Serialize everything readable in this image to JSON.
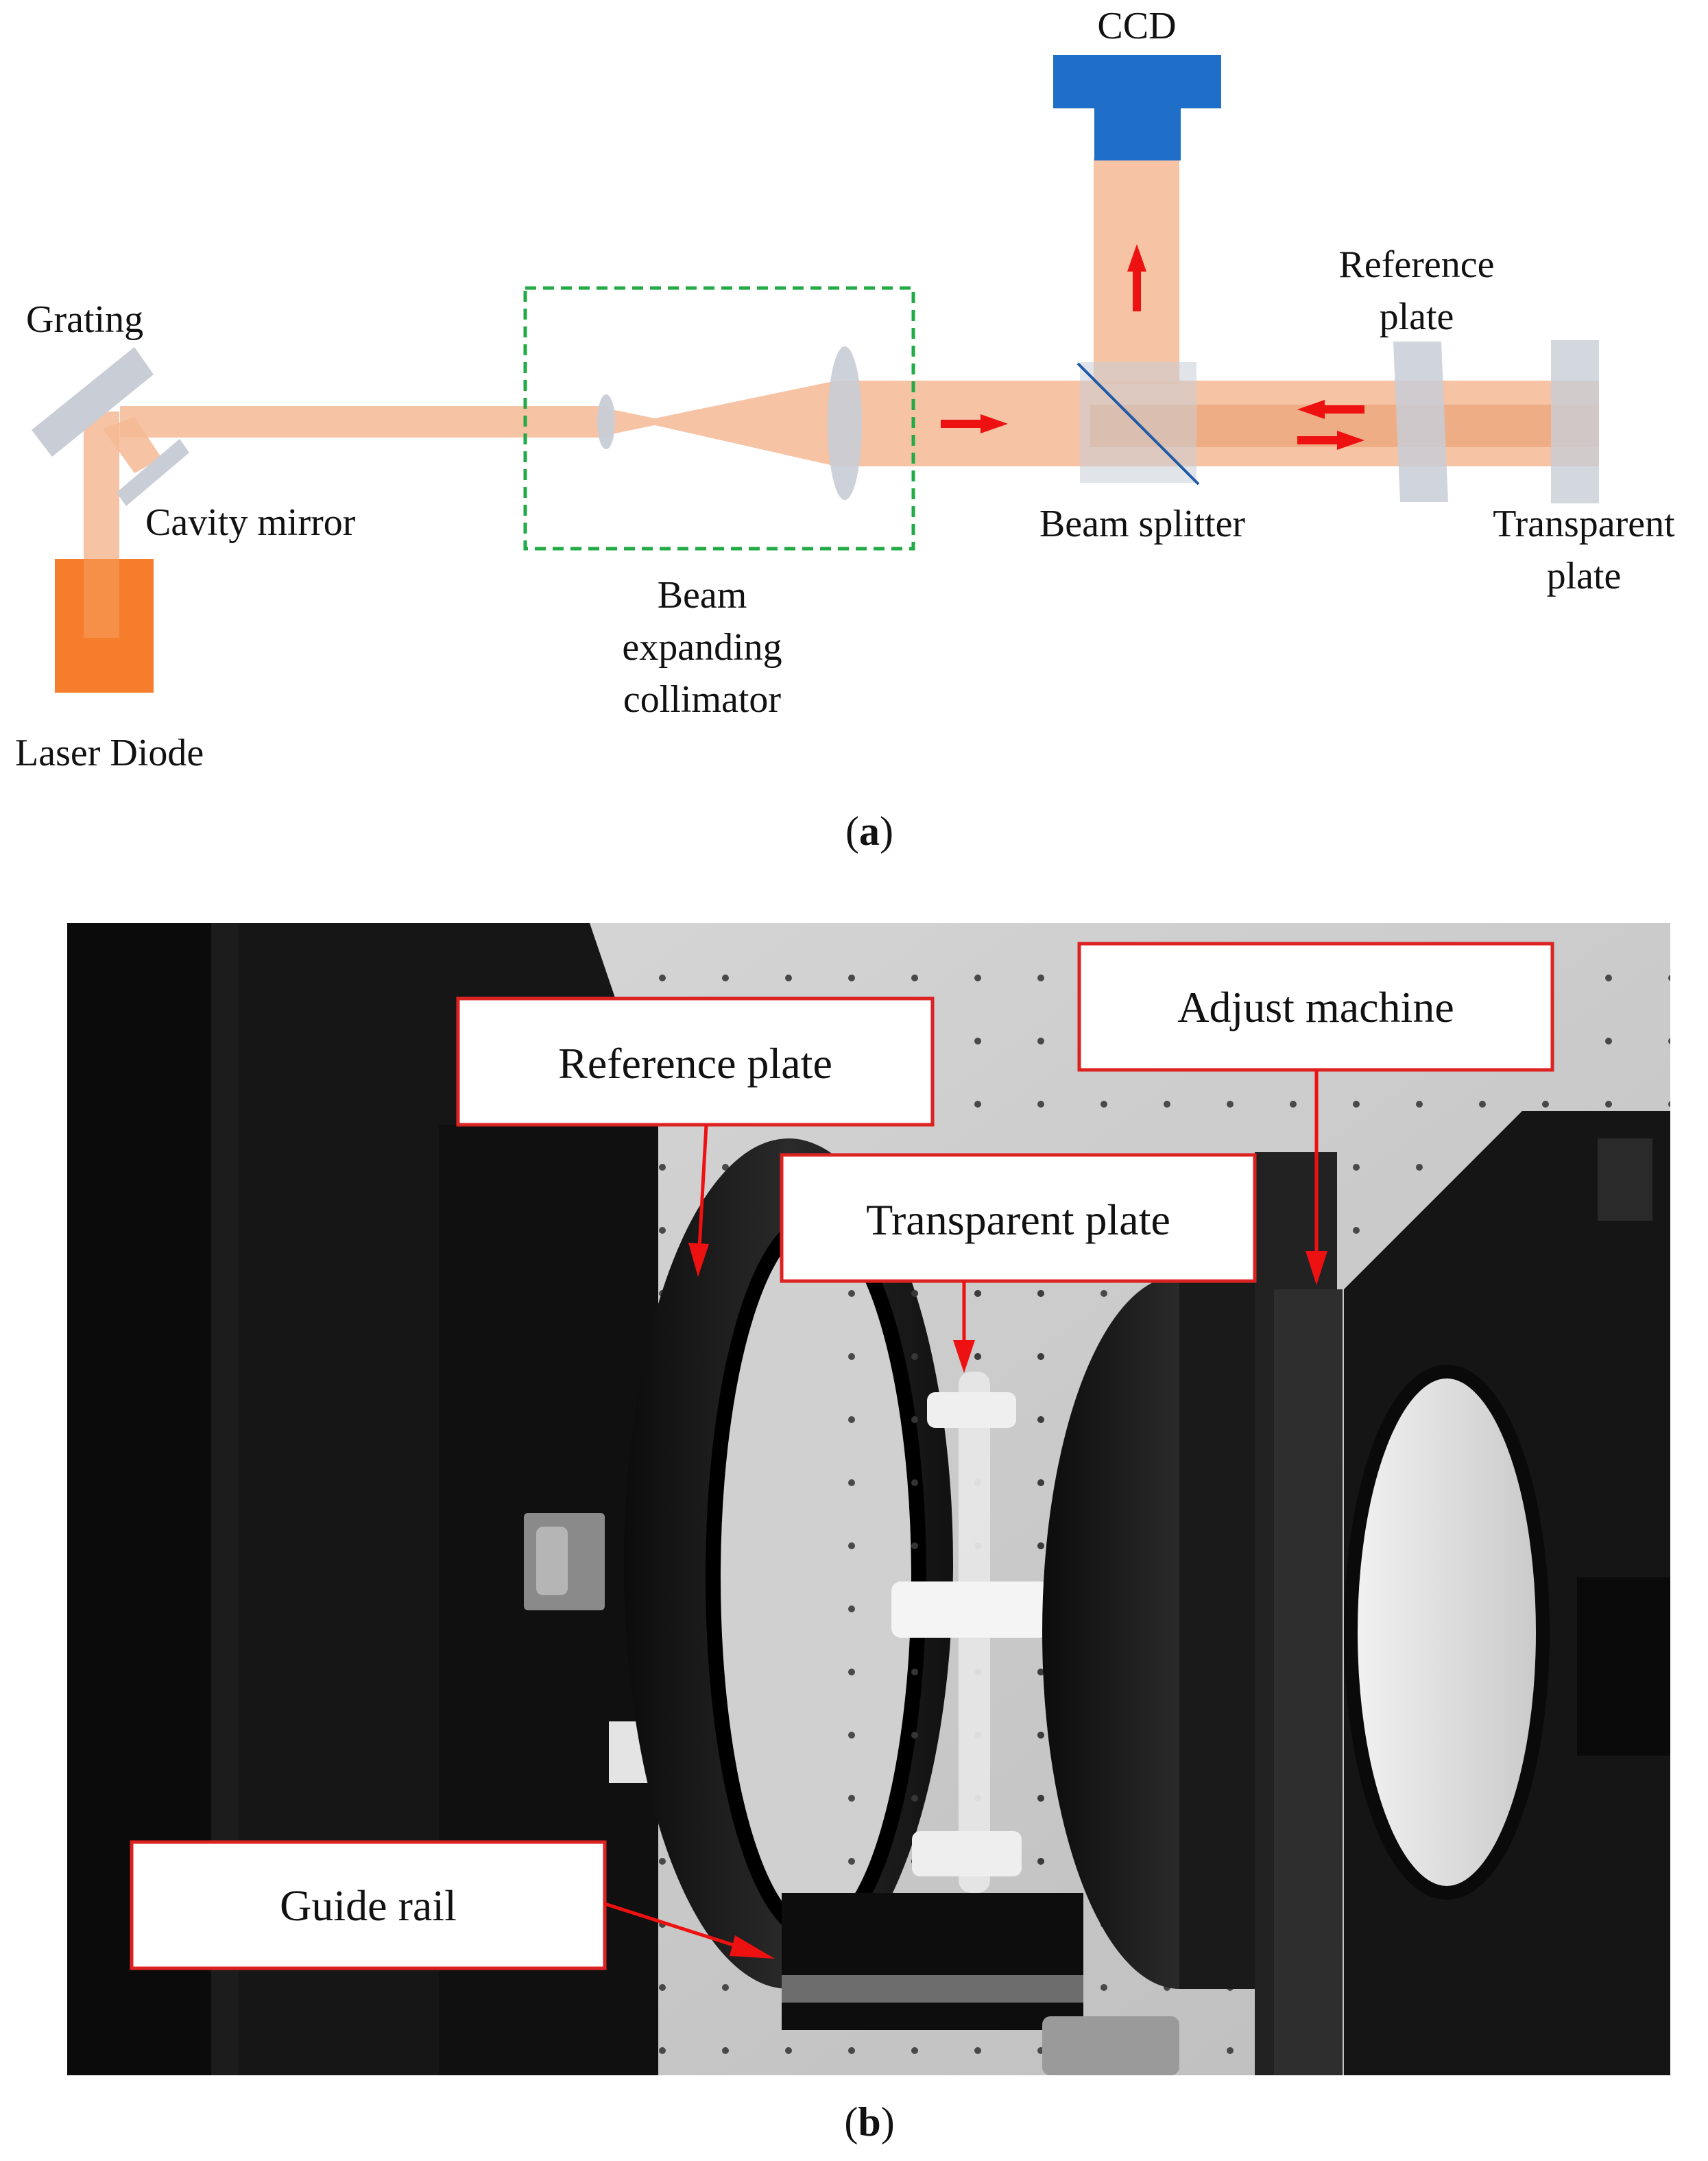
{
  "panel_a": {
    "labels": {
      "ccd": "CCD",
      "grating": "Grating",
      "cavity_mirror": "Cavity mirror",
      "laser_diode": "Laser Diode",
      "beam_expanding_collimator": [
        "Beam",
        "expanding",
        "collimator"
      ],
      "beam_splitter": "Beam splitter",
      "reference_plate": [
        "Reference",
        "plate"
      ],
      "transparent_plate": [
        "Transparent",
        "plate"
      ]
    },
    "caption_open": "(",
    "caption_letter": "a",
    "caption_close": ")"
  },
  "panel_b": {
    "callouts": {
      "reference_plate": "Reference plate",
      "adjust_machine": "Adjust machine",
      "transparent_plate": "Transparent plate",
      "guide_rail": "Guide rail"
    },
    "caption_open": "(",
    "caption_letter": "b",
    "caption_close": ")"
  },
  "colors": {
    "beam": "#f5b894",
    "laser_diode": "#f57d2c",
    "ccd": "#1f6ec8",
    "optics": "#c8cdd6",
    "arrow": "#ee1111",
    "dashed_box": "#22aa44",
    "callout_border": "#dd2222"
  }
}
